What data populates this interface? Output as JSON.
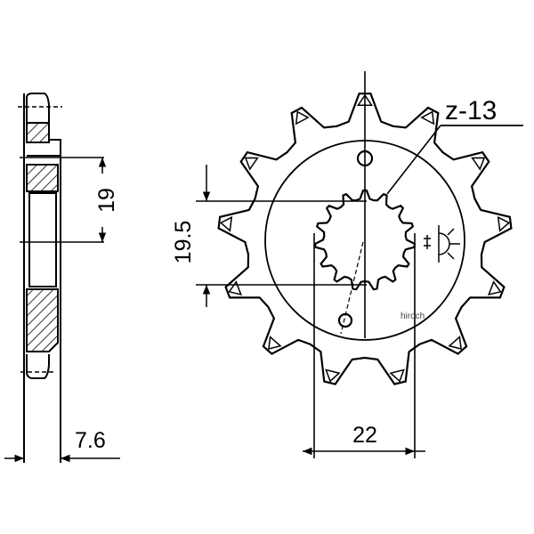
{
  "drawing": {
    "tooth_count_label": "z-13",
    "dimensions": {
      "hub_width": "7.6",
      "bolt_offset": "19",
      "spline_diameter": "19.5",
      "bolt_spacing": "22"
    },
    "watermark": "hiroch",
    "teeth": 13,
    "spline_teeth": 15,
    "line_color": "#000000"
  }
}
